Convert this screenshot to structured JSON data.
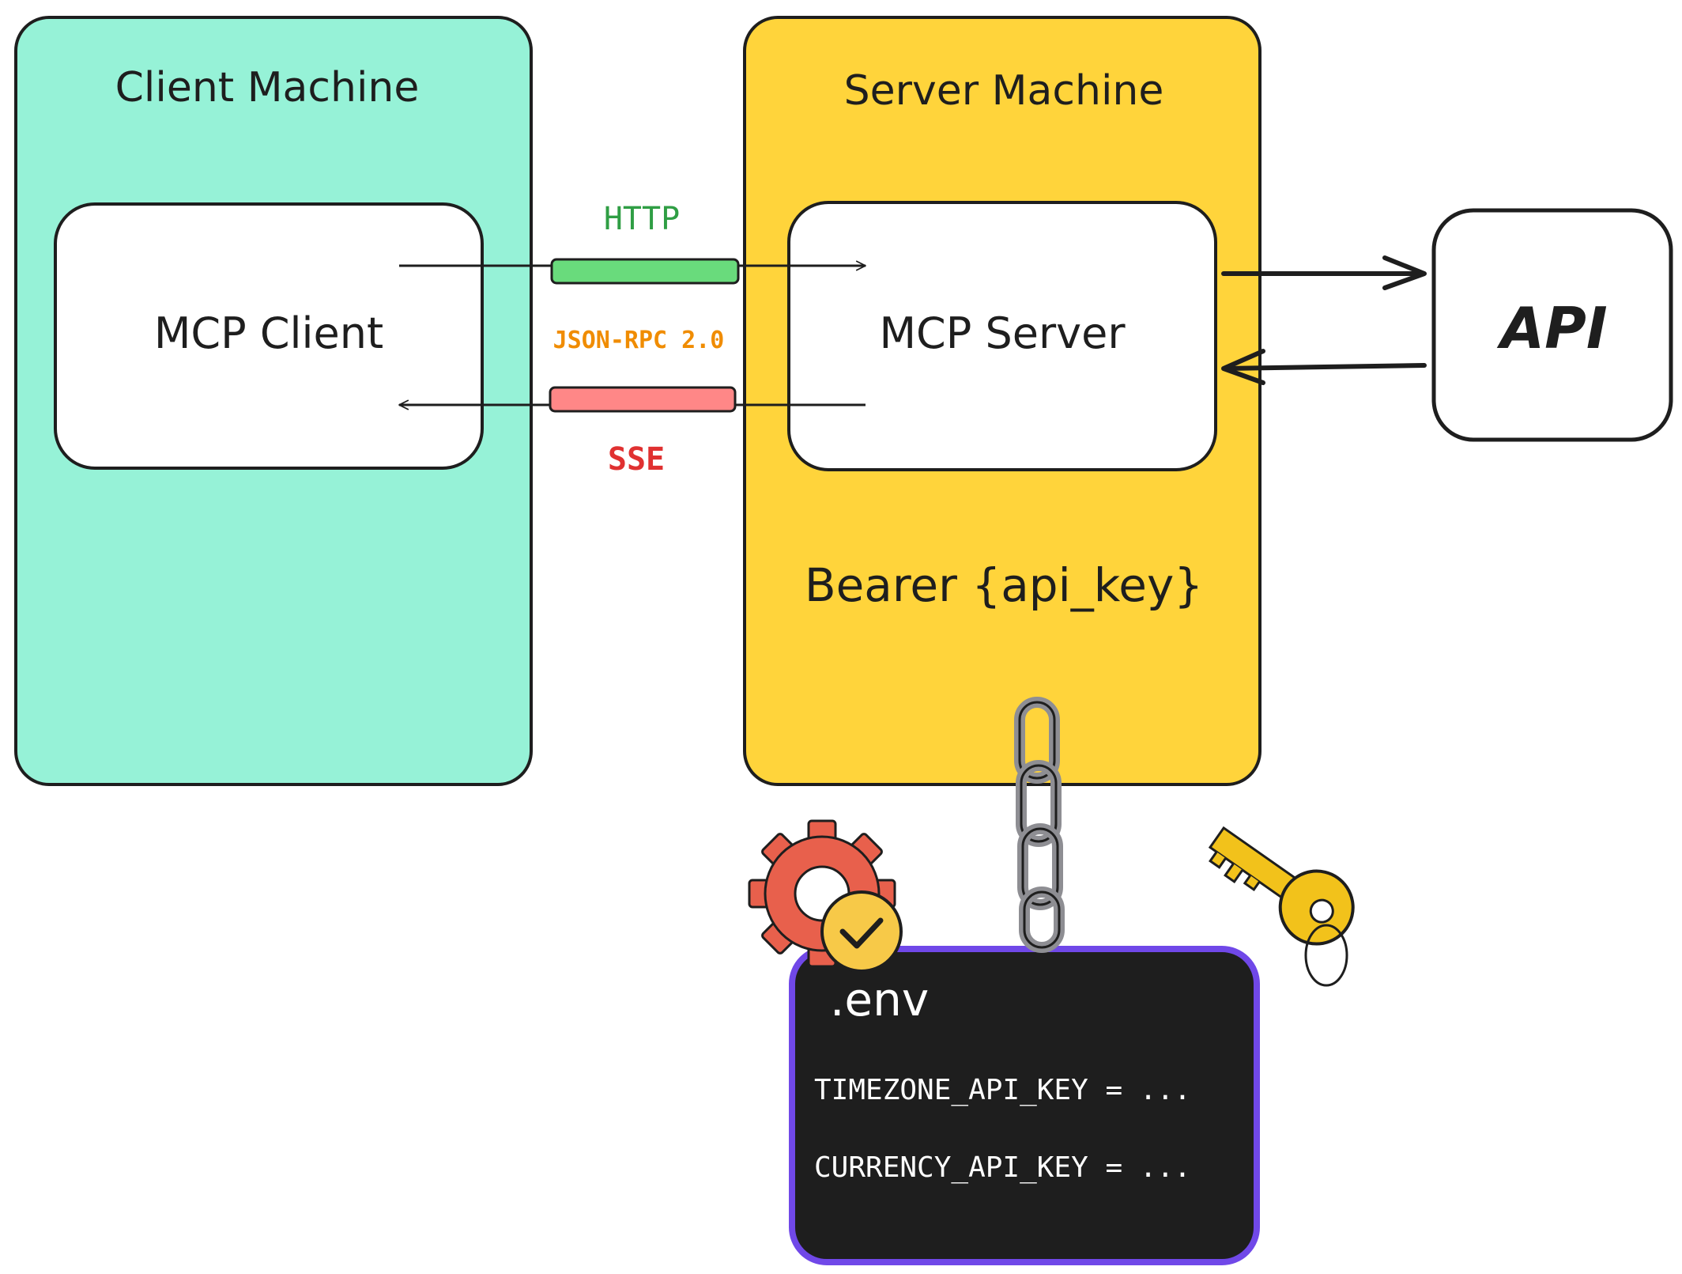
{
  "client_machine": {
    "title": "Client Machine",
    "fill": "#96f2d7"
  },
  "mcp_client": {
    "label": "MCP Client"
  },
  "server_machine": {
    "title": "Server Machine",
    "fill": "#ffd43b",
    "auth_label": "Bearer {api_key}"
  },
  "mcp_server": {
    "label": "MCP Server"
  },
  "api": {
    "label": "API"
  },
  "transport": {
    "http_label": "HTTP",
    "http_color": "#2f9e44",
    "http_bar_color": "#69db7c",
    "protocol_label": "JSON-RPC 2.0",
    "protocol_color": "#f08c00",
    "sse_label": "SSE",
    "sse_color": "#e03131",
    "sse_bar_color": "#ff8787"
  },
  "env_file": {
    "title": ".env",
    "lines": [
      "TIMEZONE_API_KEY = ...",
      "CURRENCY_API_KEY = ..."
    ],
    "fill": "#1e1e1e",
    "border": "#7048e8"
  },
  "icons": {
    "chain": "chain-icon",
    "gear": "gear-check-icon",
    "key": "key-icon",
    "gear_color": "#e8604c",
    "check_color": "#f7c948",
    "key_color": "#f2c21b",
    "chain_color": "#8e8e93"
  }
}
